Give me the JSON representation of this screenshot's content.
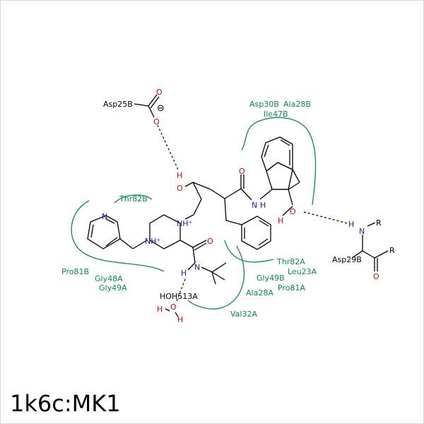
{
  "title": "1k6c:MK1",
  "colors": {
    "bond": "#000000",
    "nitrogen": "#1a1ab8",
    "oxygen": "#d40000",
    "contact_arc": "#0a8a4a",
    "residue_label": "#0a8a4a",
    "hbond": "#000000"
  },
  "atoms": {
    "o_asp25b_upper": "O",
    "o_asp25b_lower": "O",
    "charge_minus": "⊖",
    "o_hydroxyl_main": "O",
    "h_hydroxyl_main": "H",
    "n_piperazine_upper": "NH⁺",
    "n_piperazine_lower": "NH⁺",
    "n_pyridine": "N",
    "o_amide_tbu": "O",
    "n_amide_tbu": "N",
    "h_amide_tbu": "H",
    "o_amide_indan": "O",
    "n_amide_indan": "N",
    "h_amide_indan": "H",
    "o_indan_hydroxyl": "O",
    "h_indan_hydroxyl": "H",
    "o_water": "O",
    "h_water_left": "H",
    "h_water_bottom": "H",
    "n_asp29b": "N",
    "h_asp29b": "H",
    "r_asp29b_n": "R",
    "r_asp29b_c": "R",
    "o_asp29b": "O"
  },
  "labels": {
    "asp25b": "Asp25B",
    "asp29b": "Asp29B",
    "water": "HOH513A"
  },
  "residues": [
    "Asp30B",
    "Ala28B",
    "Ile47B",
    "Thr82B",
    "Pro81B",
    "Gly48A",
    "Gly49A",
    "Thr82A",
    "Leu23A",
    "Gly49B",
    "Pro81A",
    "Ala28A",
    "Val32A"
  ]
}
